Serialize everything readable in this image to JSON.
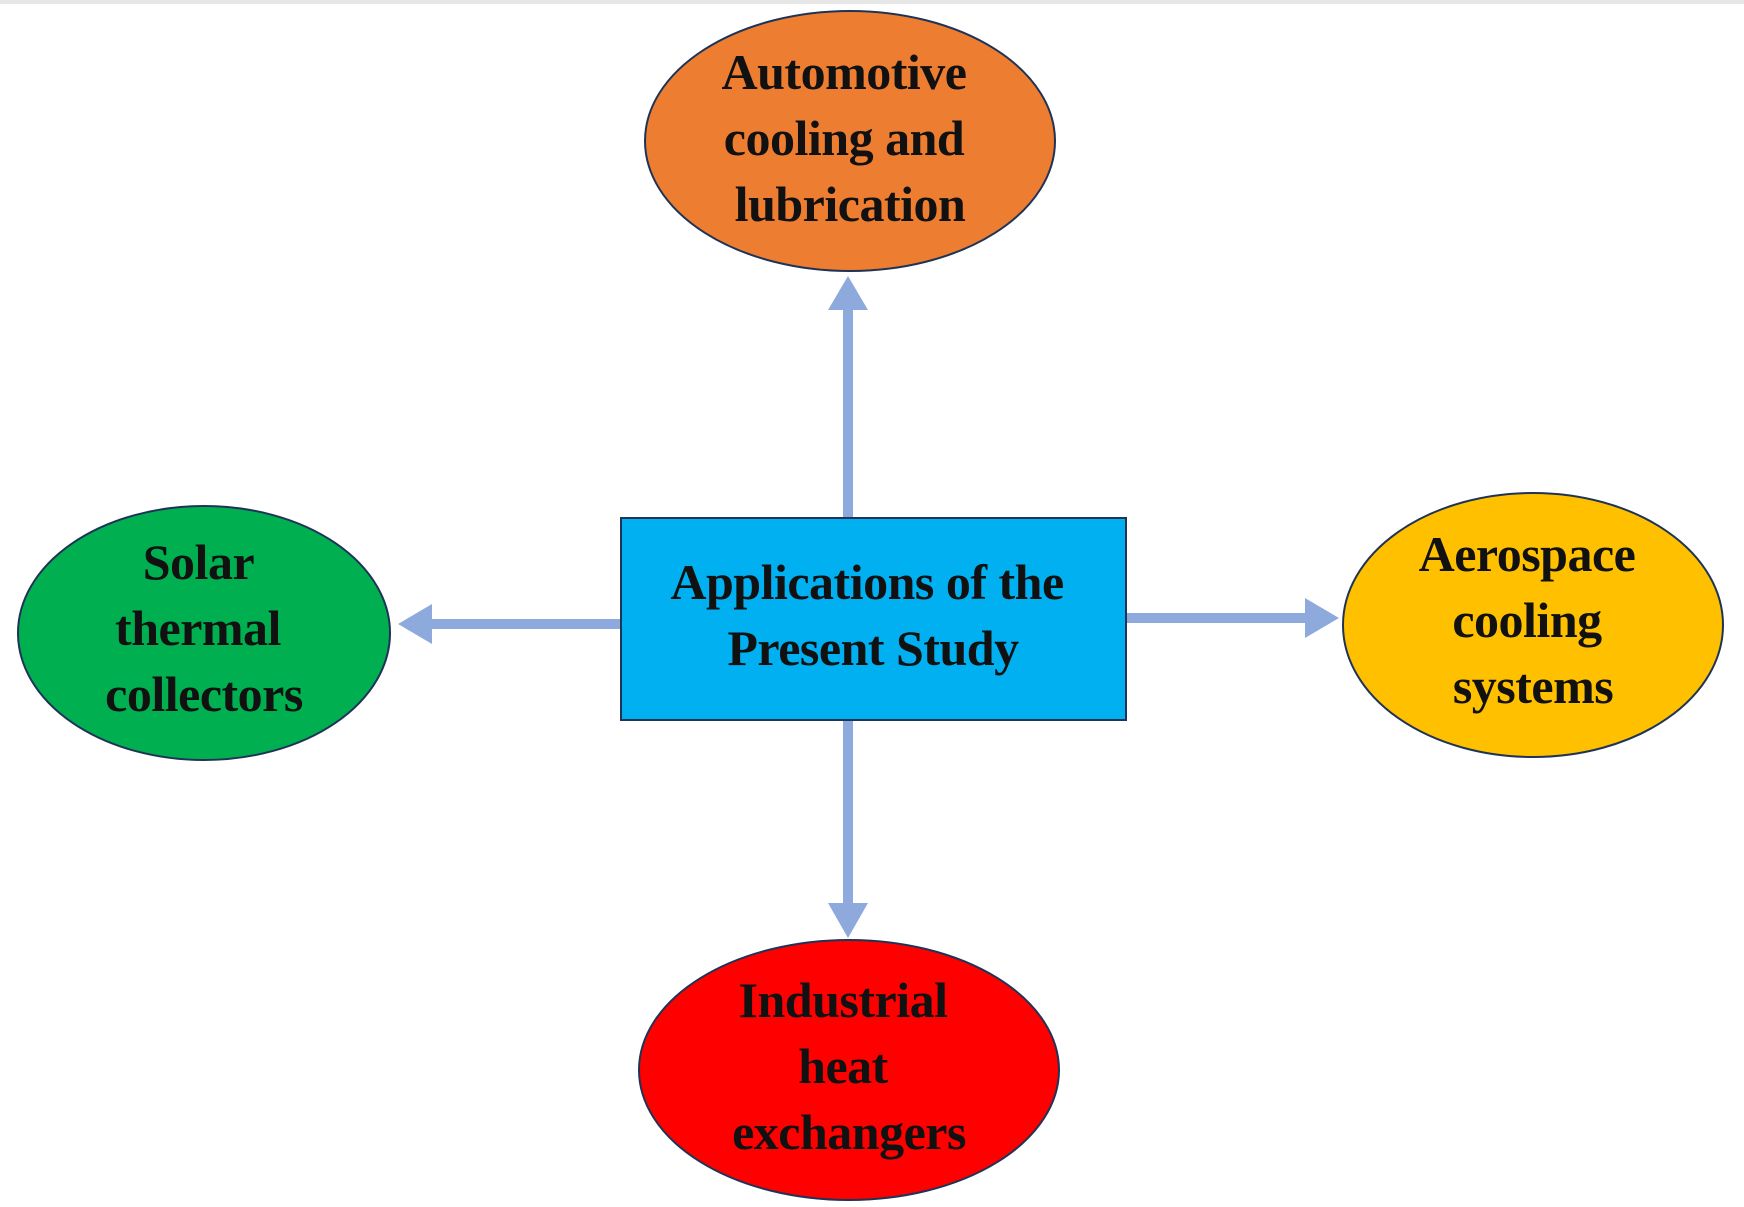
{
  "diagram": {
    "center": {
      "lines": [
        "Applications of the",
        "Present Study"
      ],
      "fill": "#00b0f0"
    },
    "nodes": {
      "automotive": {
        "lines": [
          "Automotive",
          "cooling and",
          "lubrication"
        ],
        "fill": "#ed7d31"
      },
      "aerospace": {
        "lines": [
          "Aerospace",
          "cooling",
          "systems"
        ],
        "fill": "#ffc000"
      },
      "solar": {
        "lines": [
          "Solar",
          "thermal",
          "collectors"
        ],
        "fill": "#00b050"
      },
      "industrial": {
        "lines": [
          "Industrial",
          "heat",
          "exchangers"
        ],
        "fill": "#ff0000"
      }
    },
    "colors": {
      "arrow": "#8eaadc",
      "outline": "#1f3356",
      "text": "#111111"
    }
  }
}
